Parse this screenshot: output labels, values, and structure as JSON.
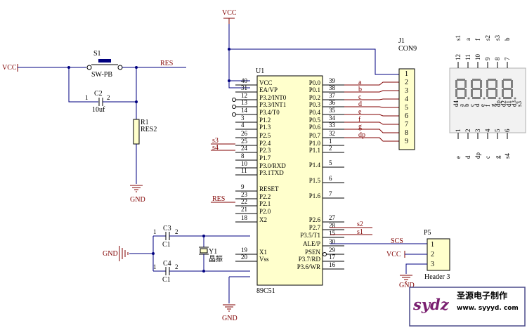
{
  "power": {
    "vcc_top": "VCC",
    "vcc_left": "VCC",
    "vcc_p5": "VCC",
    "gnd_r1": "GND",
    "gnd_mcu": "GND",
    "gnd_xtal": "GND",
    "gnd_p5": "GND"
  },
  "switch": {
    "ref": "S1",
    "value": "SW-PB"
  },
  "cap_c2": {
    "ref": "C2",
    "value": "10uf",
    "pin1": "1",
    "pin2": "2"
  },
  "resistor": {
    "ref": "R1",
    "value": "RES2"
  },
  "net_res": "RES",
  "mcu": {
    "ref": "U1",
    "part": "89C51",
    "left_pins": [
      {
        "num": "40",
        "name": "VCC"
      },
      {
        "num": "31",
        "name": "EA/VP"
      },
      {
        "num": "12",
        "name": "P3.2/INT0"
      },
      {
        "num": "13",
        "name": "P3.3/INT1"
      },
      {
        "num": "14",
        "name": "P3.4/T0"
      },
      {
        "num": "3",
        "name": "P1.2"
      },
      {
        "num": "4",
        "name": "P1.3"
      },
      {
        "num": "26",
        "name": "P2.5"
      },
      {
        "num": "25",
        "name": "P2.4"
      },
      {
        "num": "24",
        "name": "P2.3"
      },
      {
        "num": "8",
        "name": "P1.7"
      },
      {
        "num": "10",
        "name": "P3.0/RXD"
      },
      {
        "num": "11",
        "name": "P3.1TXD"
      },
      {
        "num": "9",
        "name": "RESET"
      },
      {
        "num": "23",
        "name": "P2.2"
      },
      {
        "num": "22",
        "name": "P2.1"
      },
      {
        "num": "21",
        "name": "P2.0"
      },
      {
        "num": "18",
        "name": "X2"
      },
      {
        "num": "19",
        "name": "X1"
      },
      {
        "num": "20",
        "name": "Vss"
      }
    ],
    "right_pins": [
      {
        "num": "39",
        "name": "P0.0"
      },
      {
        "num": "38",
        "name": "P0.1"
      },
      {
        "num": "37",
        "name": "P0.2"
      },
      {
        "num": "36",
        "name": "P0.3"
      },
      {
        "num": "35",
        "name": "P0.4"
      },
      {
        "num": "34",
        "name": "P0.5"
      },
      {
        "num": "33",
        "name": "P0.6"
      },
      {
        "num": "32",
        "name": "P0.7"
      },
      {
        "num": "1",
        "name": "P1.0"
      },
      {
        "num": "2",
        "name": "P1.1"
      },
      {
        "num": "5",
        "name": "P1.4"
      },
      {
        "num": "6",
        "name": "P1.5"
      },
      {
        "num": "7",
        "name": "P1.6"
      },
      {
        "num": "27",
        "name": "P2.6"
      },
      {
        "num": "28",
        "name": "P2.7"
      },
      {
        "num": "15",
        "name": "P3.5/T1"
      },
      {
        "num": "30",
        "name": "ALE/P"
      },
      {
        "num": "29",
        "name": "PSEN"
      },
      {
        "num": "17",
        "name": "P3.7/RD"
      },
      {
        "num": "16",
        "name": "P3.6/WR"
      }
    ]
  },
  "nets_p0": [
    "a",
    "b",
    "c",
    "d",
    "e",
    "f",
    "g",
    "dp"
  ],
  "nets_left": {
    "s3": "s3",
    "s4": "s4"
  },
  "nets_p2": {
    "s2": "s2",
    "s1": "s1"
  },
  "net_scs": "SCS",
  "connector_j1": {
    "ref": "J1",
    "value": "CON9",
    "pins": [
      "1",
      "2",
      "3",
      "4",
      "5",
      "6",
      "7",
      "8",
      "9"
    ]
  },
  "connector_p5": {
    "ref": "P5",
    "value": "Header 3",
    "pins": [
      "1",
      "2",
      "3"
    ]
  },
  "crystal": {
    "ref": "Y1",
    "value": "晶振"
  },
  "cap_c3": {
    "ref": "C3",
    "value": "C1",
    "pin1": "1",
    "pin2": "2"
  },
  "cap_c4": {
    "ref": "C4",
    "value": "C1",
    "pin1": "1",
    "pin2": "2"
  },
  "display": {
    "top_names": [
      "s1",
      "a",
      "f",
      "s2",
      "s3",
      "b"
    ],
    "top_nums": [
      "12",
      "11",
      "10",
      "9",
      "8",
      "7"
    ],
    "digit_segments": [
      "d4",
      "a",
      "b",
      "c",
      "d",
      "e",
      "f",
      "g",
      "dp",
      "d2",
      "d1",
      "d3",
      "s3"
    ],
    "bottom_nums": [
      "1",
      "2",
      "3",
      "4",
      "5",
      "6"
    ],
    "bottom_names": [
      "e",
      "d",
      "dp",
      "c",
      "g",
      "s4"
    ]
  },
  "logo": {
    "mark": "sydz",
    "cn": "圣源电子制作",
    "url": "www. syyyd. com"
  }
}
